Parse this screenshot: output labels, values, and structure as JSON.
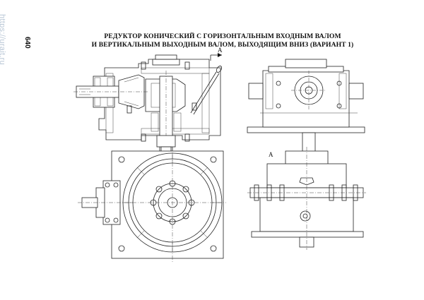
{
  "watermark": {
    "text": "https://urait.ru"
  },
  "page": {
    "number": "640"
  },
  "title": {
    "line1": "РЕДУКТОР КОНИЧЕСКИЙ С ГОРИЗОНТАЛЬНЫМ ВХОДНЫМ ВАЛОМ",
    "line2": "И ВЕРТИКАЛЬНЫМ ВЫХОДНЫМ ВАЛОМ, ВЫХОДЯЩИМ ВНИЗ (ВАРИАНТ 1)"
  },
  "views": {
    "section_label": "А",
    "bottom_right_label": "А"
  }
}
